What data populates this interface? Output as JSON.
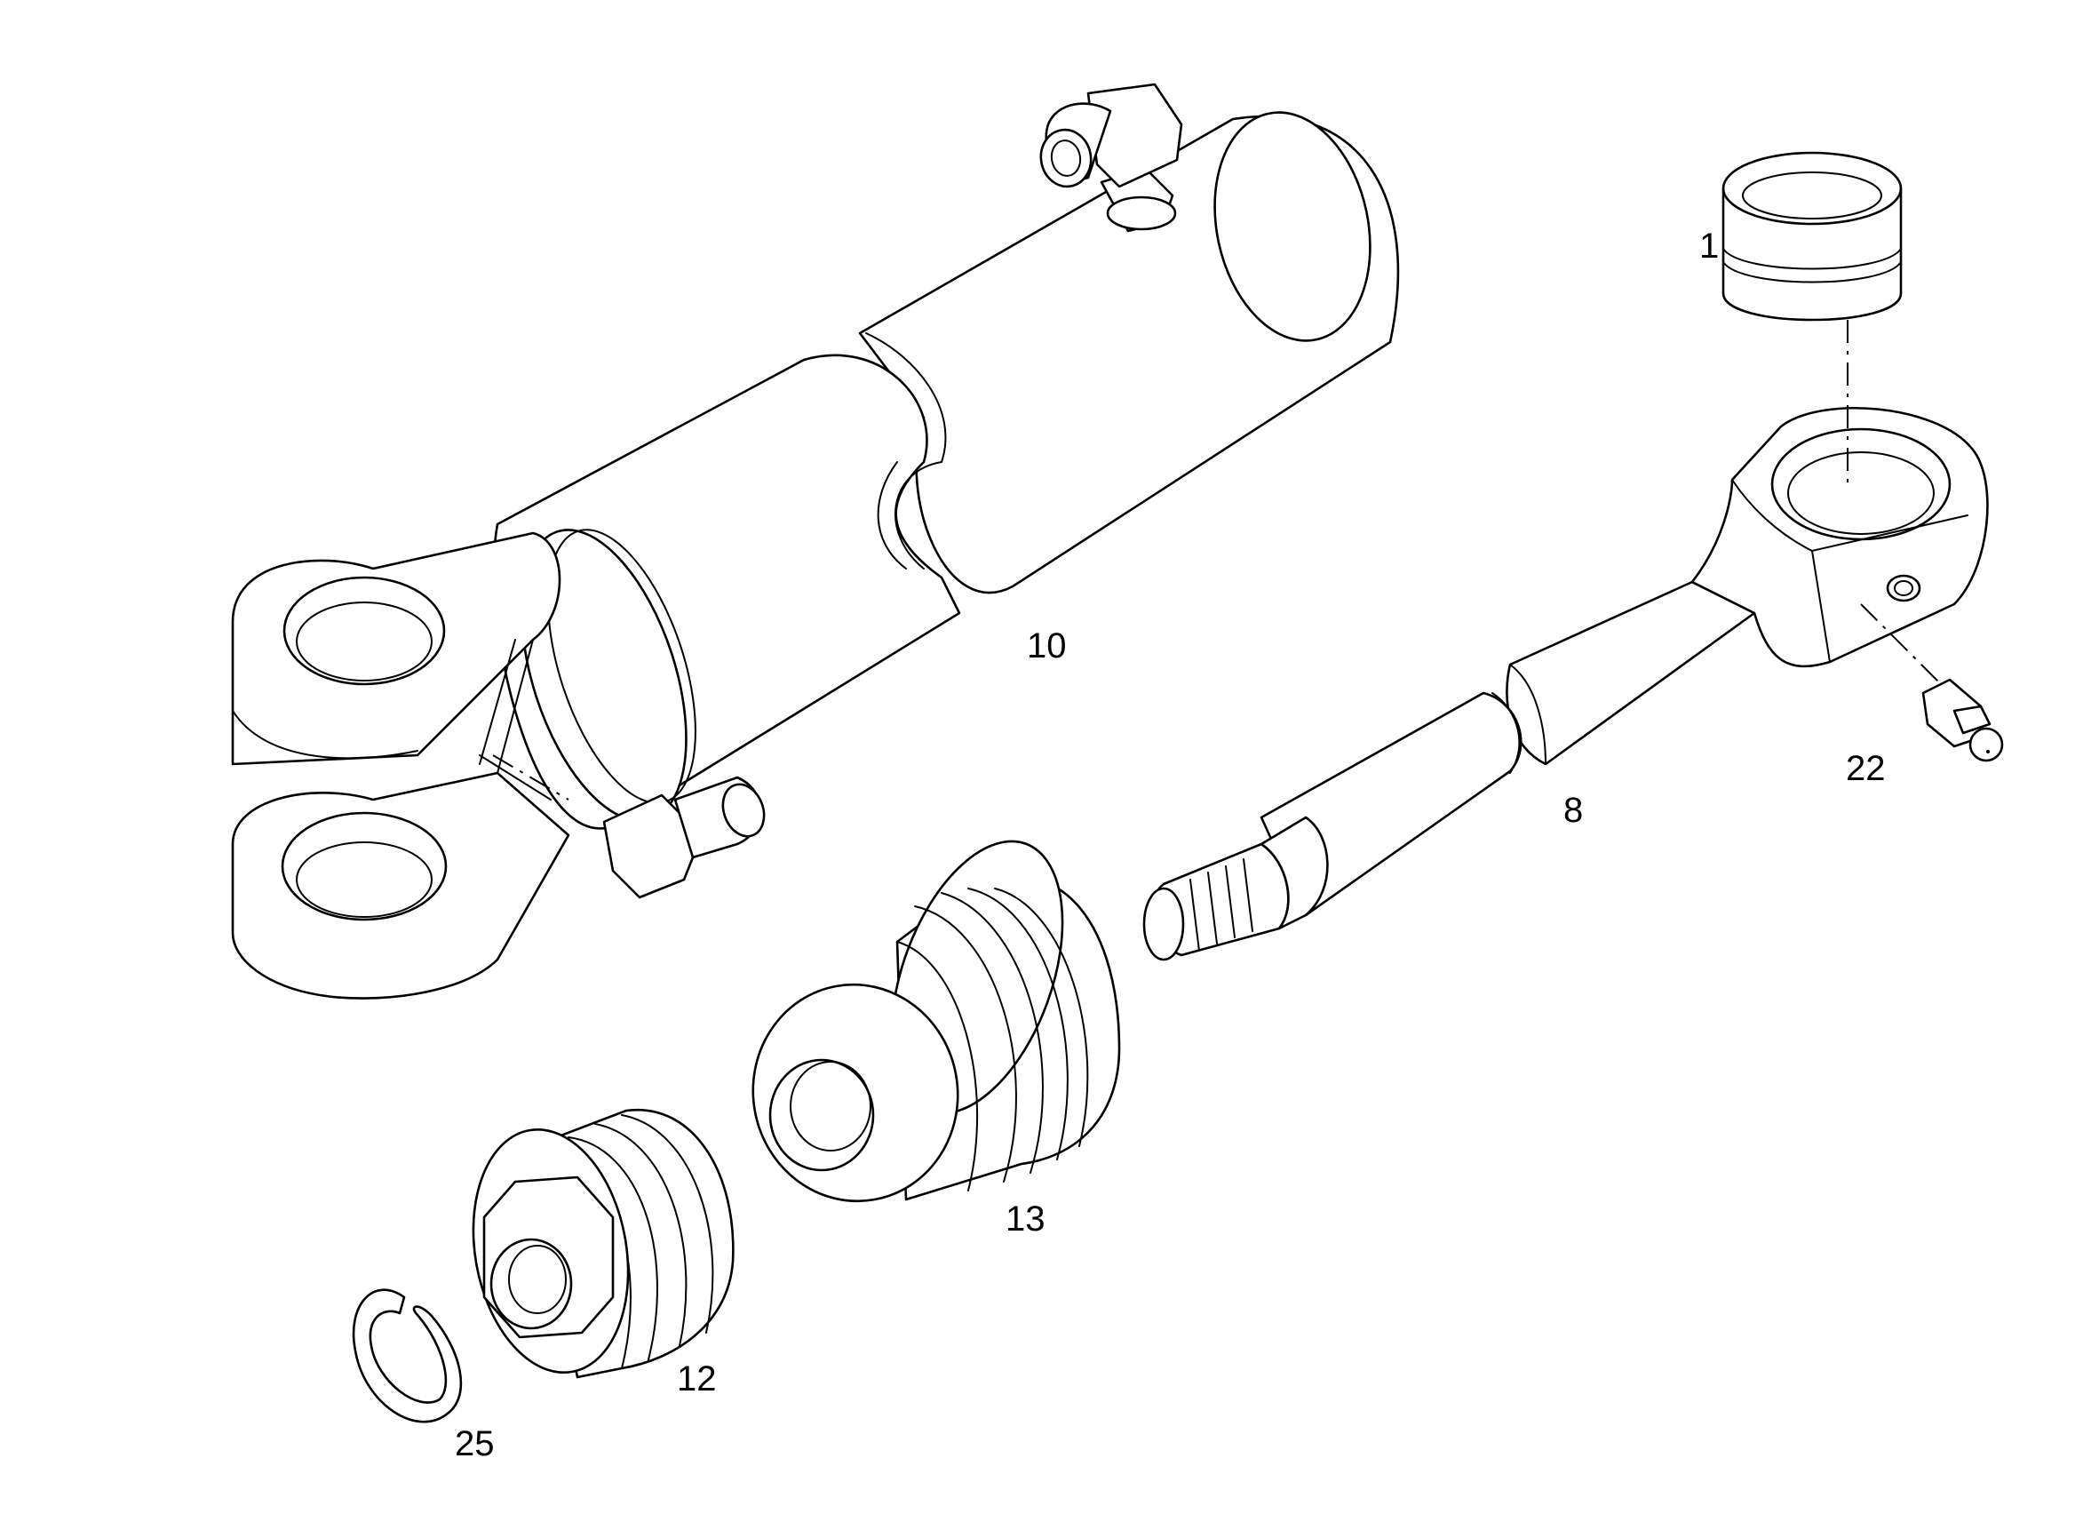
{
  "callouts": {
    "c1": "1",
    "c8": "8",
    "c10": "10",
    "c12": "12",
    "c13": "13",
    "c22": "22",
    "c25": "25"
  }
}
